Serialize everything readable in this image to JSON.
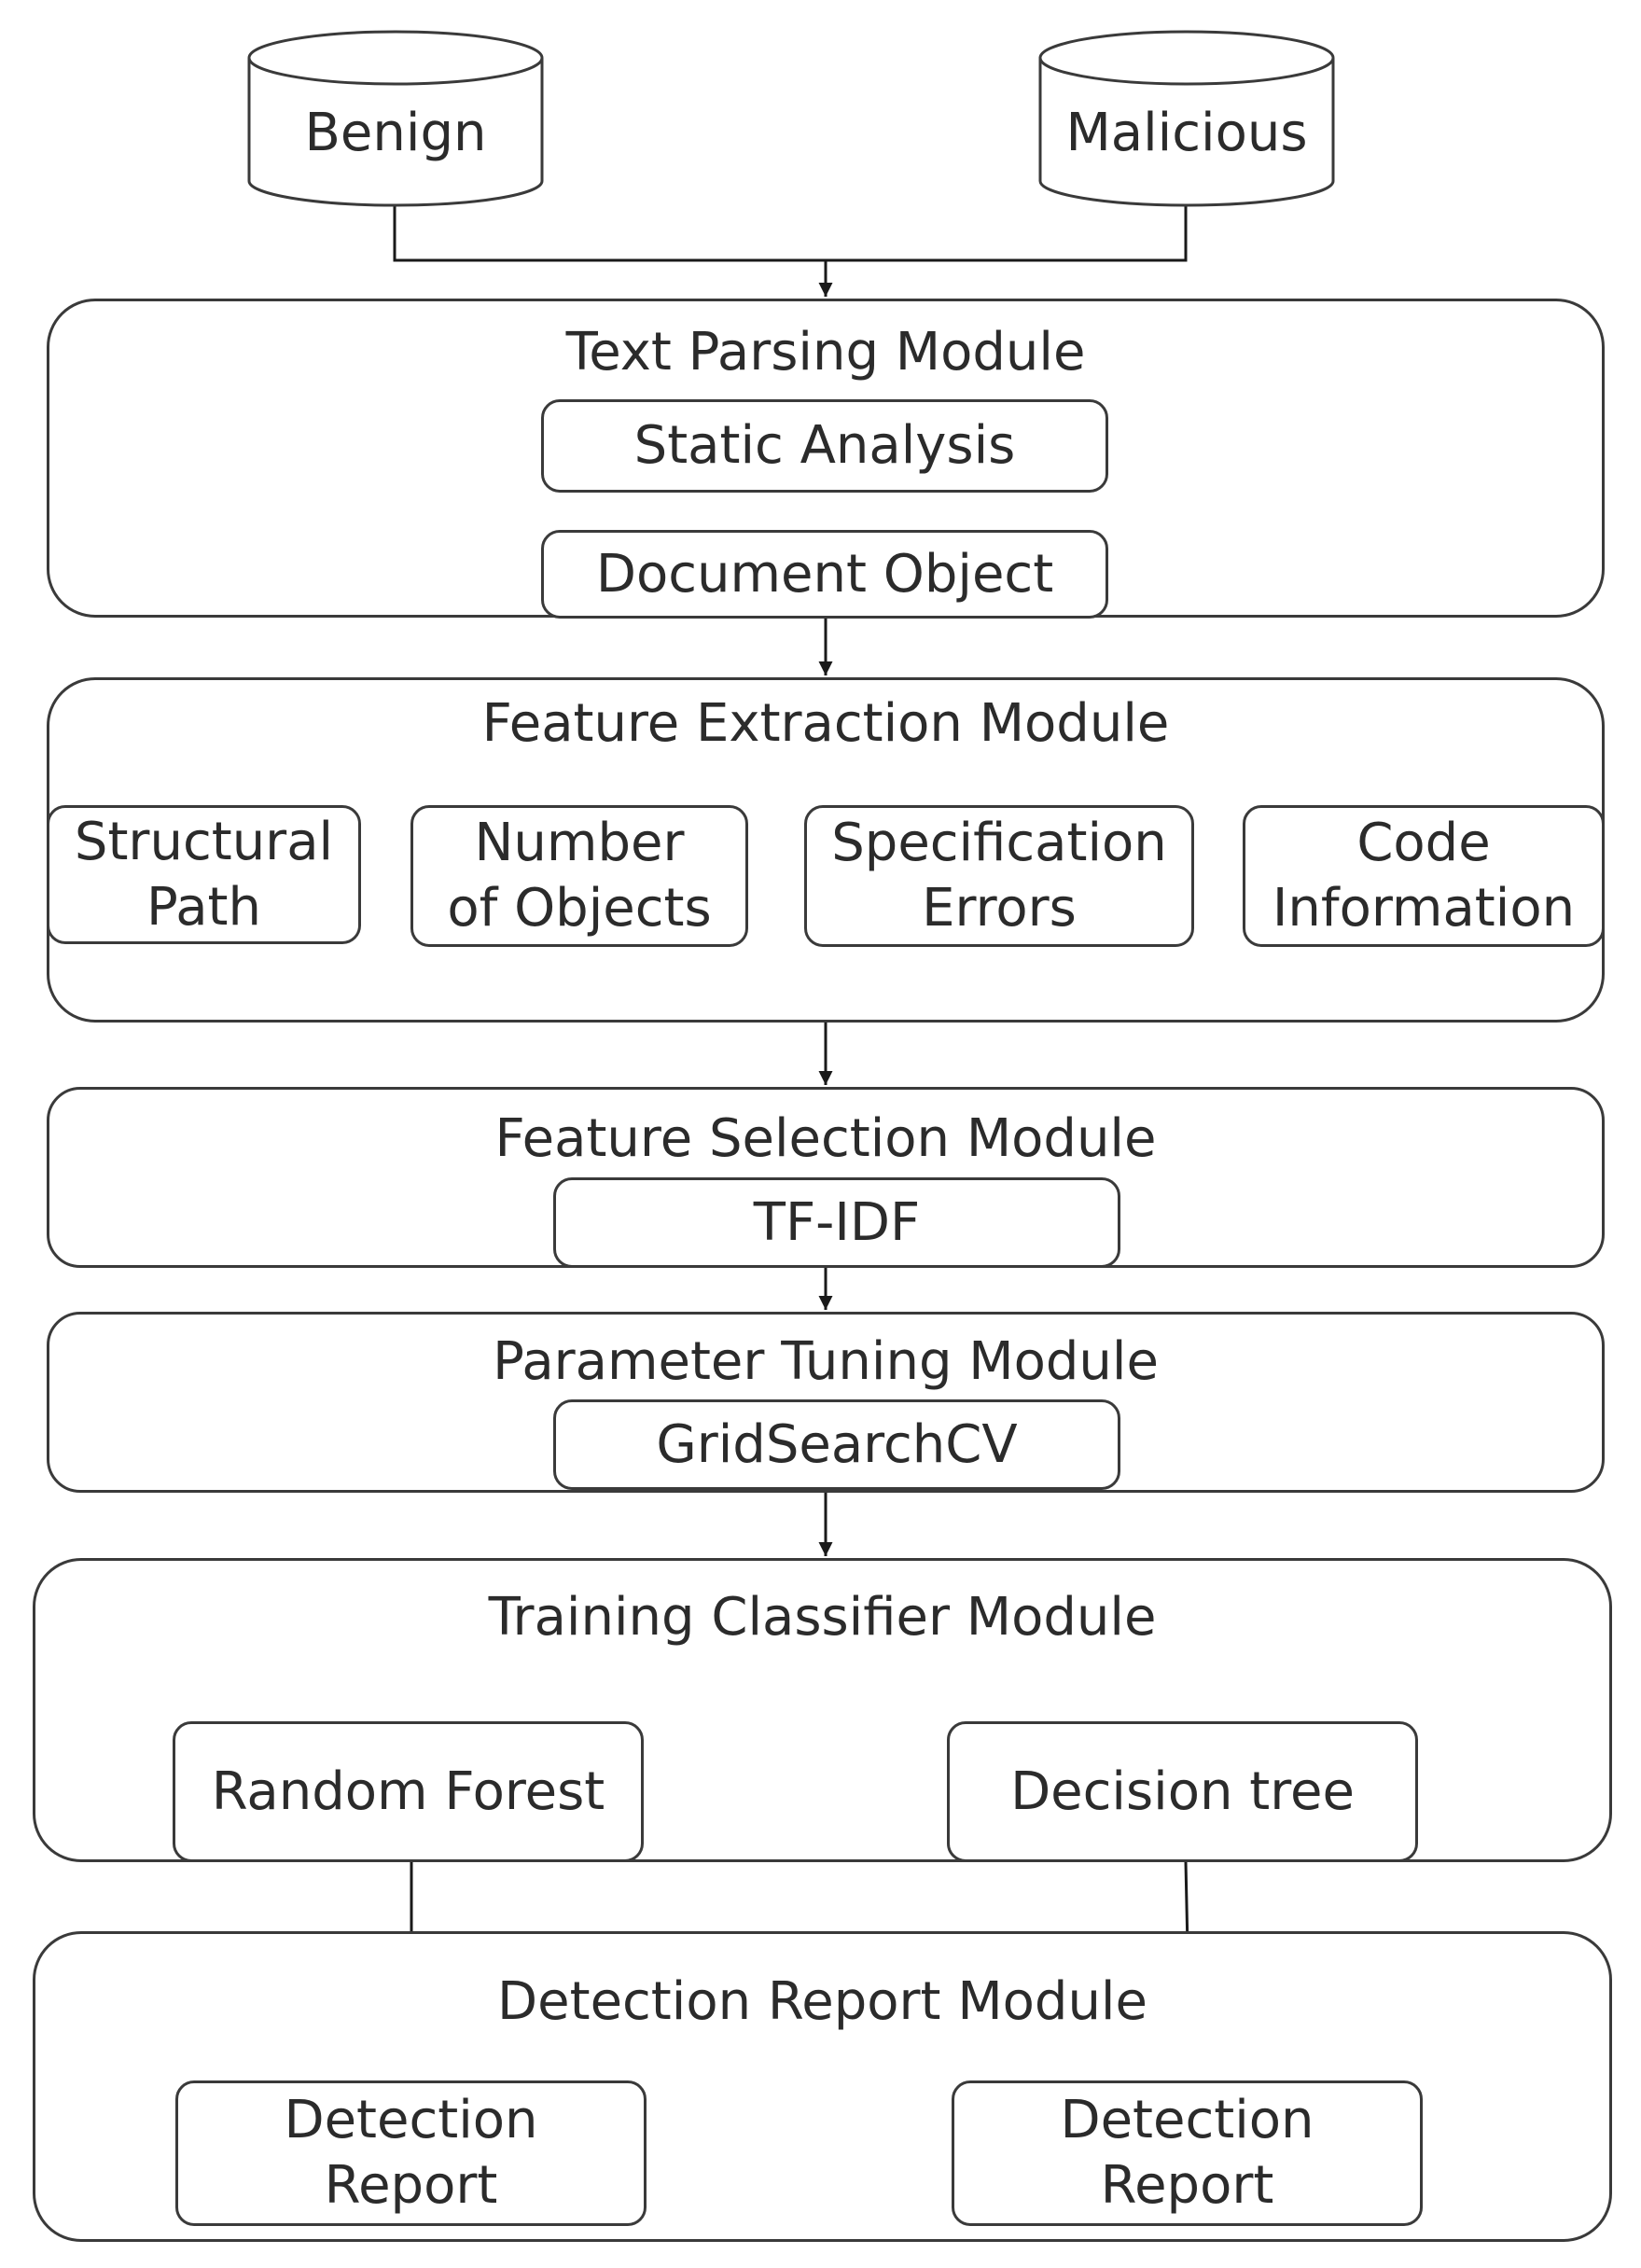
{
  "databases": {
    "benign": "Benign",
    "malicious": "Malicious"
  },
  "modules": {
    "text_parsing": {
      "title": "Text Parsing Module",
      "steps": [
        "Static Analysis",
        "Document Object"
      ]
    },
    "feature_extraction": {
      "title": "Feature Extraction Module",
      "features": [
        {
          "line1": "Structural",
          "line2": "Path"
        },
        {
          "line1": "Number",
          "line2": "of Objects"
        },
        {
          "line1": "Specification",
          "line2": "Errors"
        },
        {
          "line1": "Code",
          "line2": "Information"
        }
      ]
    },
    "feature_selection": {
      "title": "Feature Selection Module",
      "method": "TF-IDF"
    },
    "parameter_tuning": {
      "title": "Parameter Tuning Module",
      "method": "GridSearchCV"
    },
    "training_classifier": {
      "title": "Training Classifier Module",
      "classifiers": [
        "Random Forest",
        "Decision tree"
      ]
    },
    "detection_report": {
      "title": "Detection Report Module",
      "reports": [
        {
          "line1": "Detection",
          "line2": "Report"
        },
        {
          "line1": "Detection",
          "line2": "Report"
        }
      ]
    }
  }
}
